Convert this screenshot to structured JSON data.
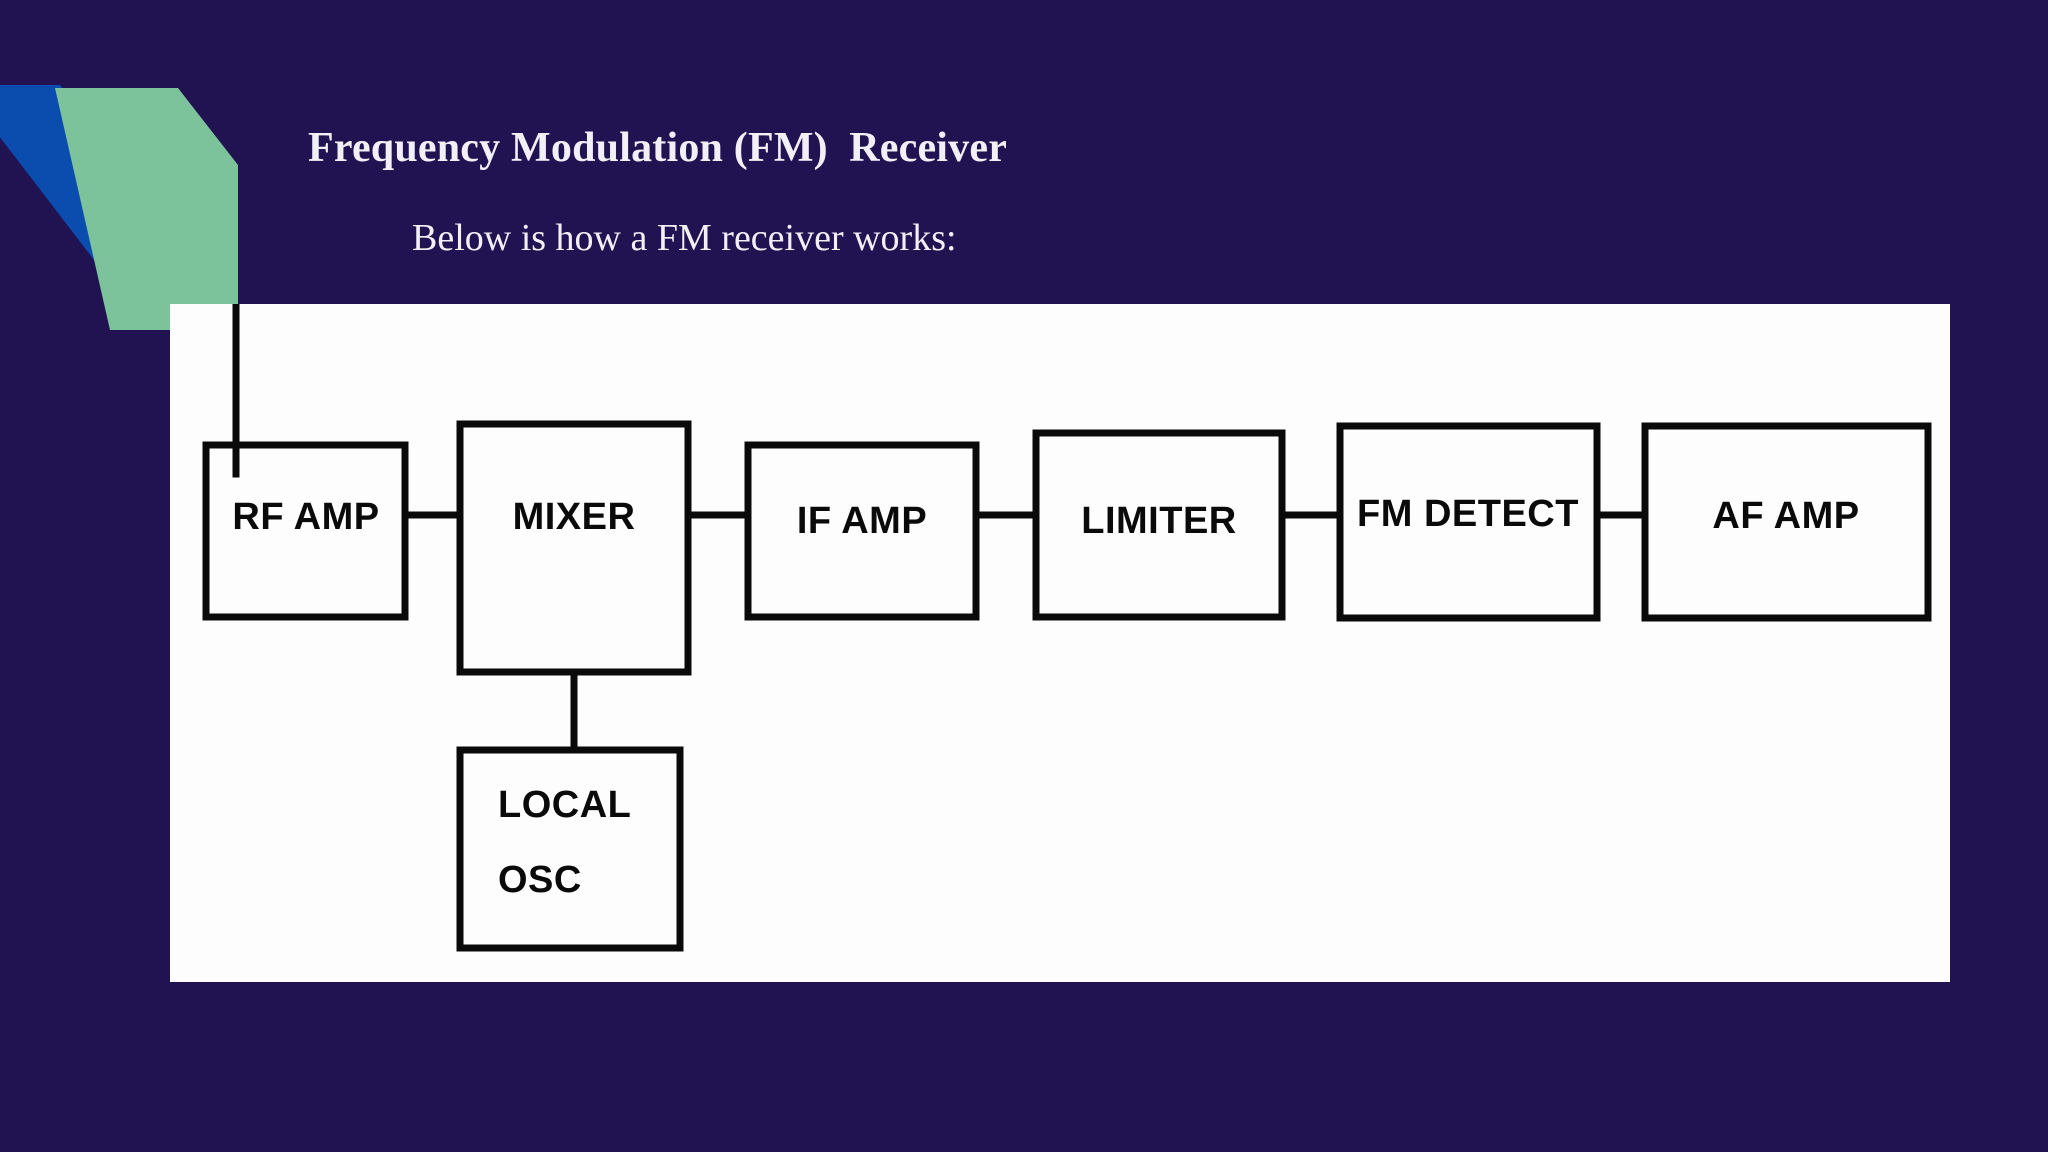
{
  "slide": {
    "title": "Frequency Modulation (FM)  Receiver",
    "subtitle": "Below is how a FM receiver works:",
    "background_color": "#211252",
    "panel_color": "#fdfdfd",
    "title_color": "#f2eff7"
  },
  "decoration": {
    "blue_color": "#0B4CAF",
    "green_color": "#7CC39C",
    "shape": "diagonal-parallelograms"
  },
  "diagram": {
    "type": "block-diagram",
    "stroke_color": "#0a0a0a",
    "antenna": {
      "name": "antenna",
      "label": ""
    },
    "blocks": [
      {
        "id": "rf-amp",
        "label": "RF AMP"
      },
      {
        "id": "mixer",
        "label": "MIXER"
      },
      {
        "id": "if-amp",
        "label": "IF AMP"
      },
      {
        "id": "limiter",
        "label": "LIMITER"
      },
      {
        "id": "fm-detect",
        "label": "FM DETECT"
      },
      {
        "id": "af-amp",
        "label": "AF AMP"
      },
      {
        "id": "local-osc",
        "label_line1": "LOCAL",
        "label_line2": "OSC"
      }
    ],
    "signal_chain": [
      "antenna",
      "RF AMP",
      "MIXER",
      "IF AMP",
      "LIMITER",
      "FM DETECT",
      "AF AMP"
    ],
    "branches": [
      {
        "from": "LOCAL OSC",
        "to": "MIXER"
      }
    ]
  }
}
